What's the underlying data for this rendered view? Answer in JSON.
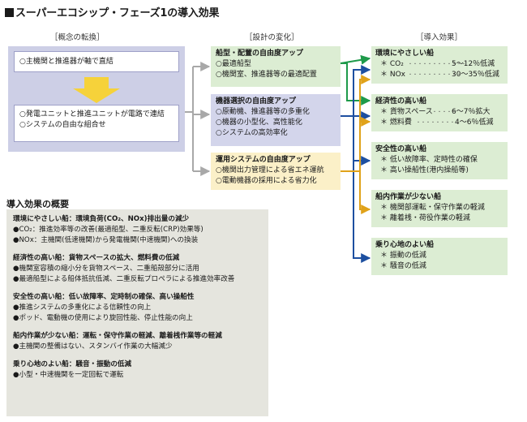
{
  "title": "スーパーエコシップ・フェーズ1の導入効果",
  "columns": {
    "concept": "［概念の転換］",
    "design": "［設計の変化］",
    "effect": "［導入効果］"
  },
  "concept": {
    "top": "○主機関と推進器が軸で直結",
    "bottom_1": "○発電ユニットと推進ユニットが電路で連結",
    "bottom_2": "○システムの自由な組合せ"
  },
  "design": [
    {
      "head": "船型・配置の自由度アップ",
      "items": [
        "○最適船型",
        "○機関室、推進器等の最適配置"
      ]
    },
    {
      "head": "機器選択の自由度アップ",
      "items": [
        "○原動機、推進器等の多重化",
        "○機器の小型化、高性能化",
        "○システムの高効率化"
      ]
    },
    {
      "head": "運用システムの自由度アップ",
      "items": [
        "○機関出力管理による省エネ運航",
        "○電動機器の採用による省力化"
      ]
    }
  ],
  "effects": [
    {
      "head": "環境にやさしい船",
      "items": [
        {
          "label": "＊ CO₂",
          "leader": "・・・・・・・・・・・・",
          "value": "5〜12％低減"
        },
        {
          "label": "＊ NOx",
          "leader": "・・・・・・・・・・・",
          "value": "30〜35％低減"
        }
      ]
    },
    {
      "head": "経済性の高い船",
      "items": [
        {
          "label": "＊ 貨物スペース",
          "leader": "・・・・・",
          "value": "6〜7％拡大"
        },
        {
          "label": "＊ 燃料費",
          "leader": "・・・・・・・・",
          "value": "4〜6％低減"
        }
      ]
    },
    {
      "head": "安全性の高い船",
      "items": [
        {
          "label": "＊ 低い故障率、定時性の確保",
          "leader": "",
          "value": ""
        },
        {
          "label": "＊ 高い操船性(港内操船等)",
          "leader": "",
          "value": ""
        }
      ]
    },
    {
      "head": "船内作業が少ない船",
      "items": [
        {
          "label": "＊ 機関部運転・保守作業の軽減",
          "leader": "",
          "value": ""
        },
        {
          "label": "＊ 離着桟・荷役作業の軽減",
          "leader": "",
          "value": ""
        }
      ]
    },
    {
      "head": "乗り心地のよい船",
      "items": [
        {
          "label": "＊ 振動の低減",
          "leader": "",
          "value": ""
        },
        {
          "label": "＊ 騒音の低減",
          "leader": "",
          "value": ""
        }
      ]
    }
  ],
  "summary": {
    "title": "導入効果の概要",
    "sections": [
      {
        "head": "環境にやさしい船：環境負荷(CO₂、NOx)排出量の減少",
        "items": [
          "●CO₂：推進効率等の改善(最適船型、二重反転(CRP)効果等)",
          "●NOx：主機関(低速機関)から発電機関(中速機関)への換装"
        ]
      },
      {
        "head": "経済性の高い船：貨物スペースの拡大、燃料費の低減",
        "items": [
          "●機関室容積の縮小分を貨物スペース、二重船殻部分に活用",
          "●最適船型による船体抵抗低減、二重反転プロペラによる推進効率改善"
        ]
      },
      {
        "head": "安全性の高い船：低い故障率、定時制の確保、高い操船性",
        "items": [
          "●推進システムの多重化による信頼性の向上",
          "●ポッド、電動機の使用により旋回性能、停止性能の向上"
        ]
      },
      {
        "head": "船内作業が少ない船：運転・保守作業の軽減、離着桟作業等の軽減",
        "items": [
          "●主機関の整備はない、スタンバイ作業の大幅減少"
        ]
      },
      {
        "head": "乗り心地のよい船：騒音・振動の低減",
        "items": [
          "●小型・中速機関を一定回転で運転"
        ]
      }
    ]
  },
  "colors": {
    "green": "#1e9a4a",
    "blue": "#1d4fa0",
    "yellow": "#e0a21a",
    "gray": "#a8a8a8",
    "concept_bg": "#cdcfe6",
    "arrow_yellow": "#f6d23a"
  }
}
